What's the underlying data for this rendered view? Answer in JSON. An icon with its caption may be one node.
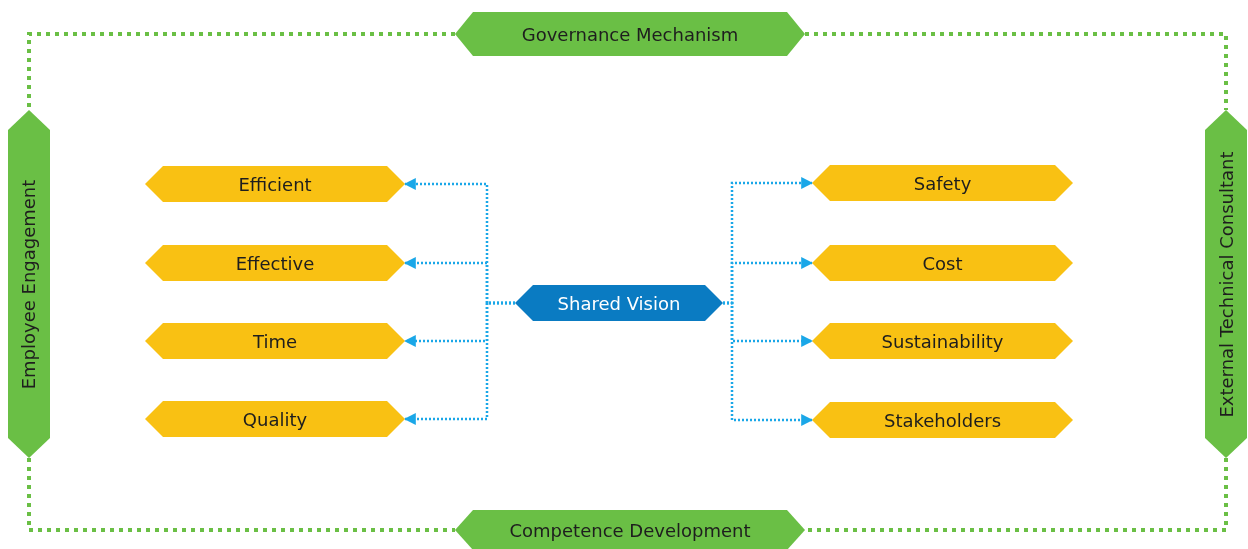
{
  "diagram": {
    "nodes": [
      {
        "text": [
          "Governance Mechanism"
        ]
      },
      {
        "text": [
          "Employee Engagement"
        ]
      },
      {
        "text": [
          "External Technical Consultant"
        ]
      },
      {
        "text": [
          "Competence Development"
        ]
      },
      {
        "text": [
          "Shared Vision"
        ]
      },
      {
        "text": [
          "Efficient"
        ]
      },
      {
        "text": [
          "Effective"
        ]
      },
      {
        "text": [
          "Time"
        ]
      },
      {
        "text": [
          "Quality"
        ]
      },
      {
        "text": [
          "Safety"
        ]
      },
      {
        "text": [
          "Cost"
        ]
      },
      {
        "text": [
          "Sustainability"
        ]
      },
      {
        "text": [
          "Stakeholders"
        ]
      }
    ],
    "edges": [
      {
        "from": 0,
        "to": 1,
        "arrow": "none",
        "style": "dashed",
        "color": "#6abf45"
      },
      {
        "from": 0,
        "to": 2,
        "arrow": "none",
        "style": "dashed",
        "color": "#6abf45"
      },
      {
        "from": 1,
        "to": 3,
        "arrow": "none",
        "style": "dashed",
        "color": "#6abf45"
      },
      {
        "from": 2,
        "to": 3,
        "arrow": "none",
        "style": "dashed",
        "color": "#6abf45"
      },
      {
        "from": 4,
        "to": 5,
        "arrow": "to",
        "style": "dashed"
      },
      {
        "from": 4,
        "to": 6,
        "arrow": "to",
        "style": "dashed"
      },
      {
        "from": 4,
        "to": 7,
        "arrow": "to",
        "style": "dashed"
      },
      {
        "from": 4,
        "to": 8,
        "arrow": "to",
        "style": "dashed"
      },
      {
        "from": 4,
        "to": 9,
        "arrow": "to",
        "style": "dashed"
      },
      {
        "from": 4,
        "to": 10,
        "arrow": "to",
        "style": "dashed"
      },
      {
        "from": 4,
        "to": 11,
        "arrow": "to",
        "style": "dashed"
      },
      {
        "from": 4,
        "to": 12,
        "arrow": "to",
        "style": "dashed"
      }
    ]
  }
}
